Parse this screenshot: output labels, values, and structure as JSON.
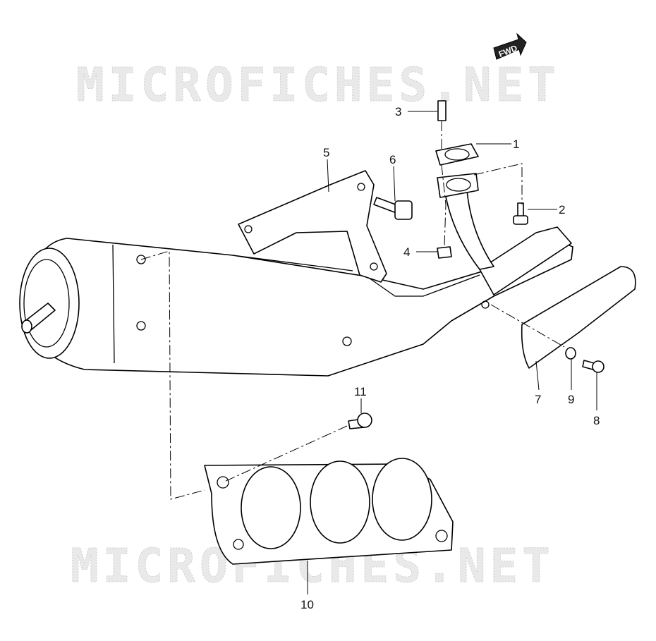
{
  "watermark": {
    "top_text": "MICROFICHES.NET",
    "bottom_text": "MICROFICHES.NET",
    "color": "#e0e0e0"
  },
  "fwd_badge": {
    "label": "FWD"
  },
  "callouts": [
    "1",
    "2",
    "3",
    "4",
    "5",
    "6",
    "7",
    "8",
    "9",
    "10",
    "11"
  ],
  "colors": {
    "ink": "#000000",
    "background": "#ffffff"
  }
}
